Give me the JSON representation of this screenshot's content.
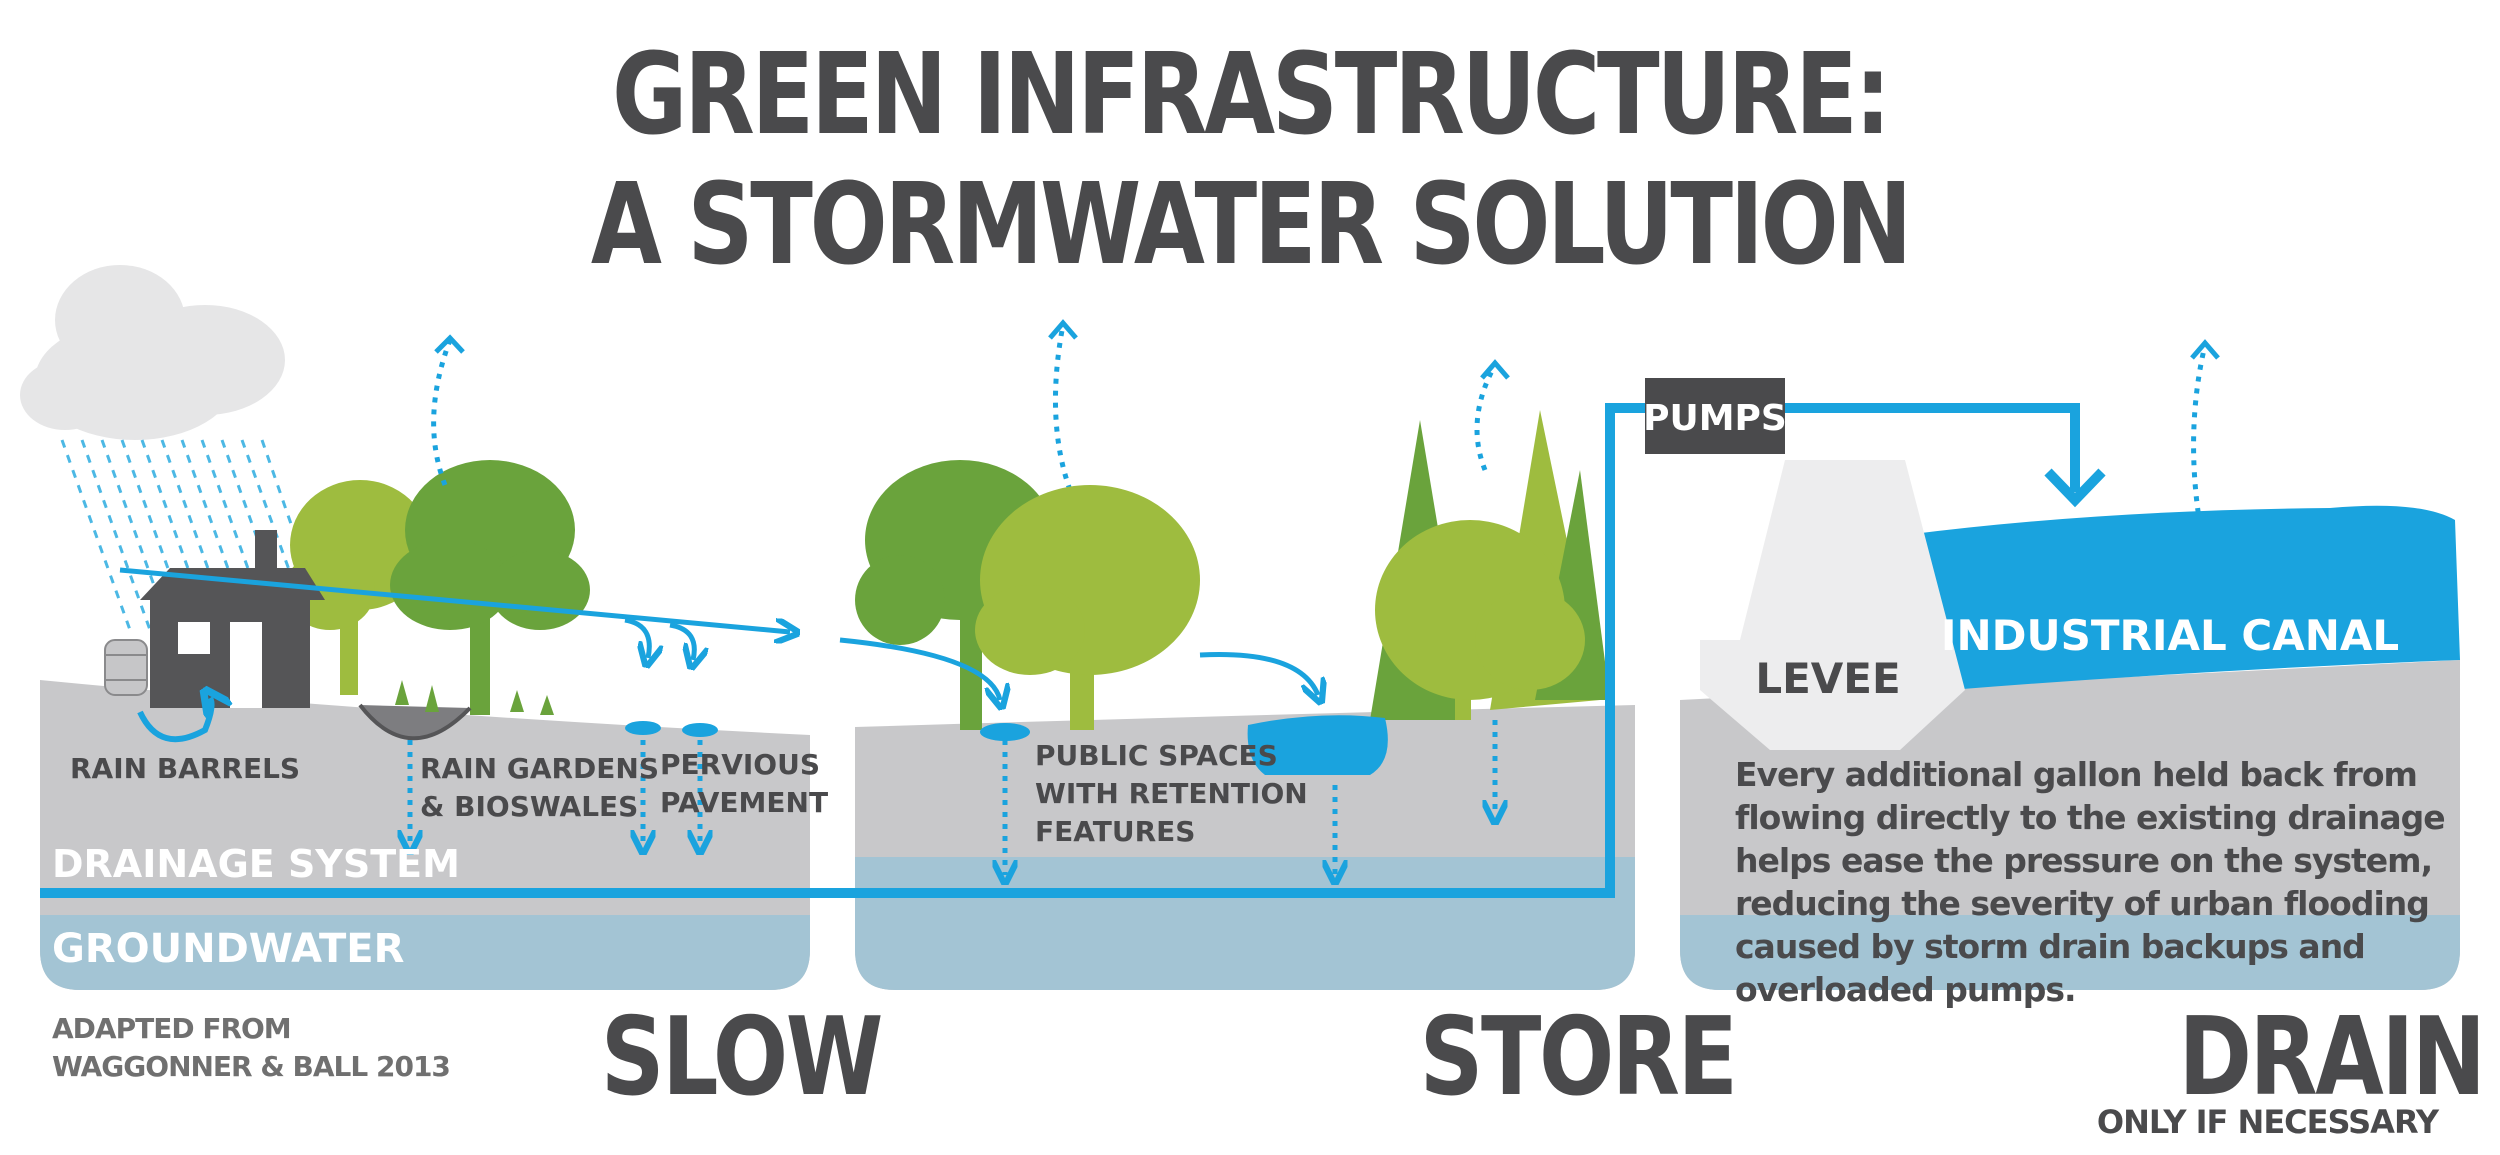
{
  "title": {
    "line1": "GREEN INFRASTRUCTURE:",
    "line2": "A STORMWATER SOLUTION"
  },
  "labels": {
    "rain_barrels": "RAIN BARRELS",
    "rain_gardens_1": "RAIN GARDENS",
    "rain_gardens_2": "& BIOSWALES",
    "pervious_1": "PERVIOUS",
    "pervious_2": "PAVEMENT",
    "public_1": "PUBLIC SPACES",
    "public_2": "WITH RETENTION",
    "public_3": "FEATURES",
    "drainage_system": "DRAINAGE SYSTEM",
    "groundwater": "GROUNDWATER",
    "pumps": "PUMPS",
    "levee": "LEVEE",
    "industrial_canal": "INDUSTRIAL CANAL"
  },
  "description": "Every additional gallon held back from flowing directly to the existing drainage helps ease the pressure on the system, reducing the severity of urban flooding caused by storm drain backups and overloaded pumps.",
  "sections": {
    "slow": "SLOW",
    "store": "STORE",
    "drain": "DRAIN",
    "drain_sub": "ONLY IF NECESSARY"
  },
  "credit": {
    "line1": "ADAPTED FROM",
    "line2": "WAGGONNER & BALL 2013"
  },
  "colors": {
    "water_blue": "#1aa3de",
    "ground_gray": "#c8c8ca",
    "groundwater": "#a3c4d4",
    "text_dark": "#4a4a4c",
    "tree_dark": "#6aa33c",
    "tree_light": "#9ebc3f"
  }
}
